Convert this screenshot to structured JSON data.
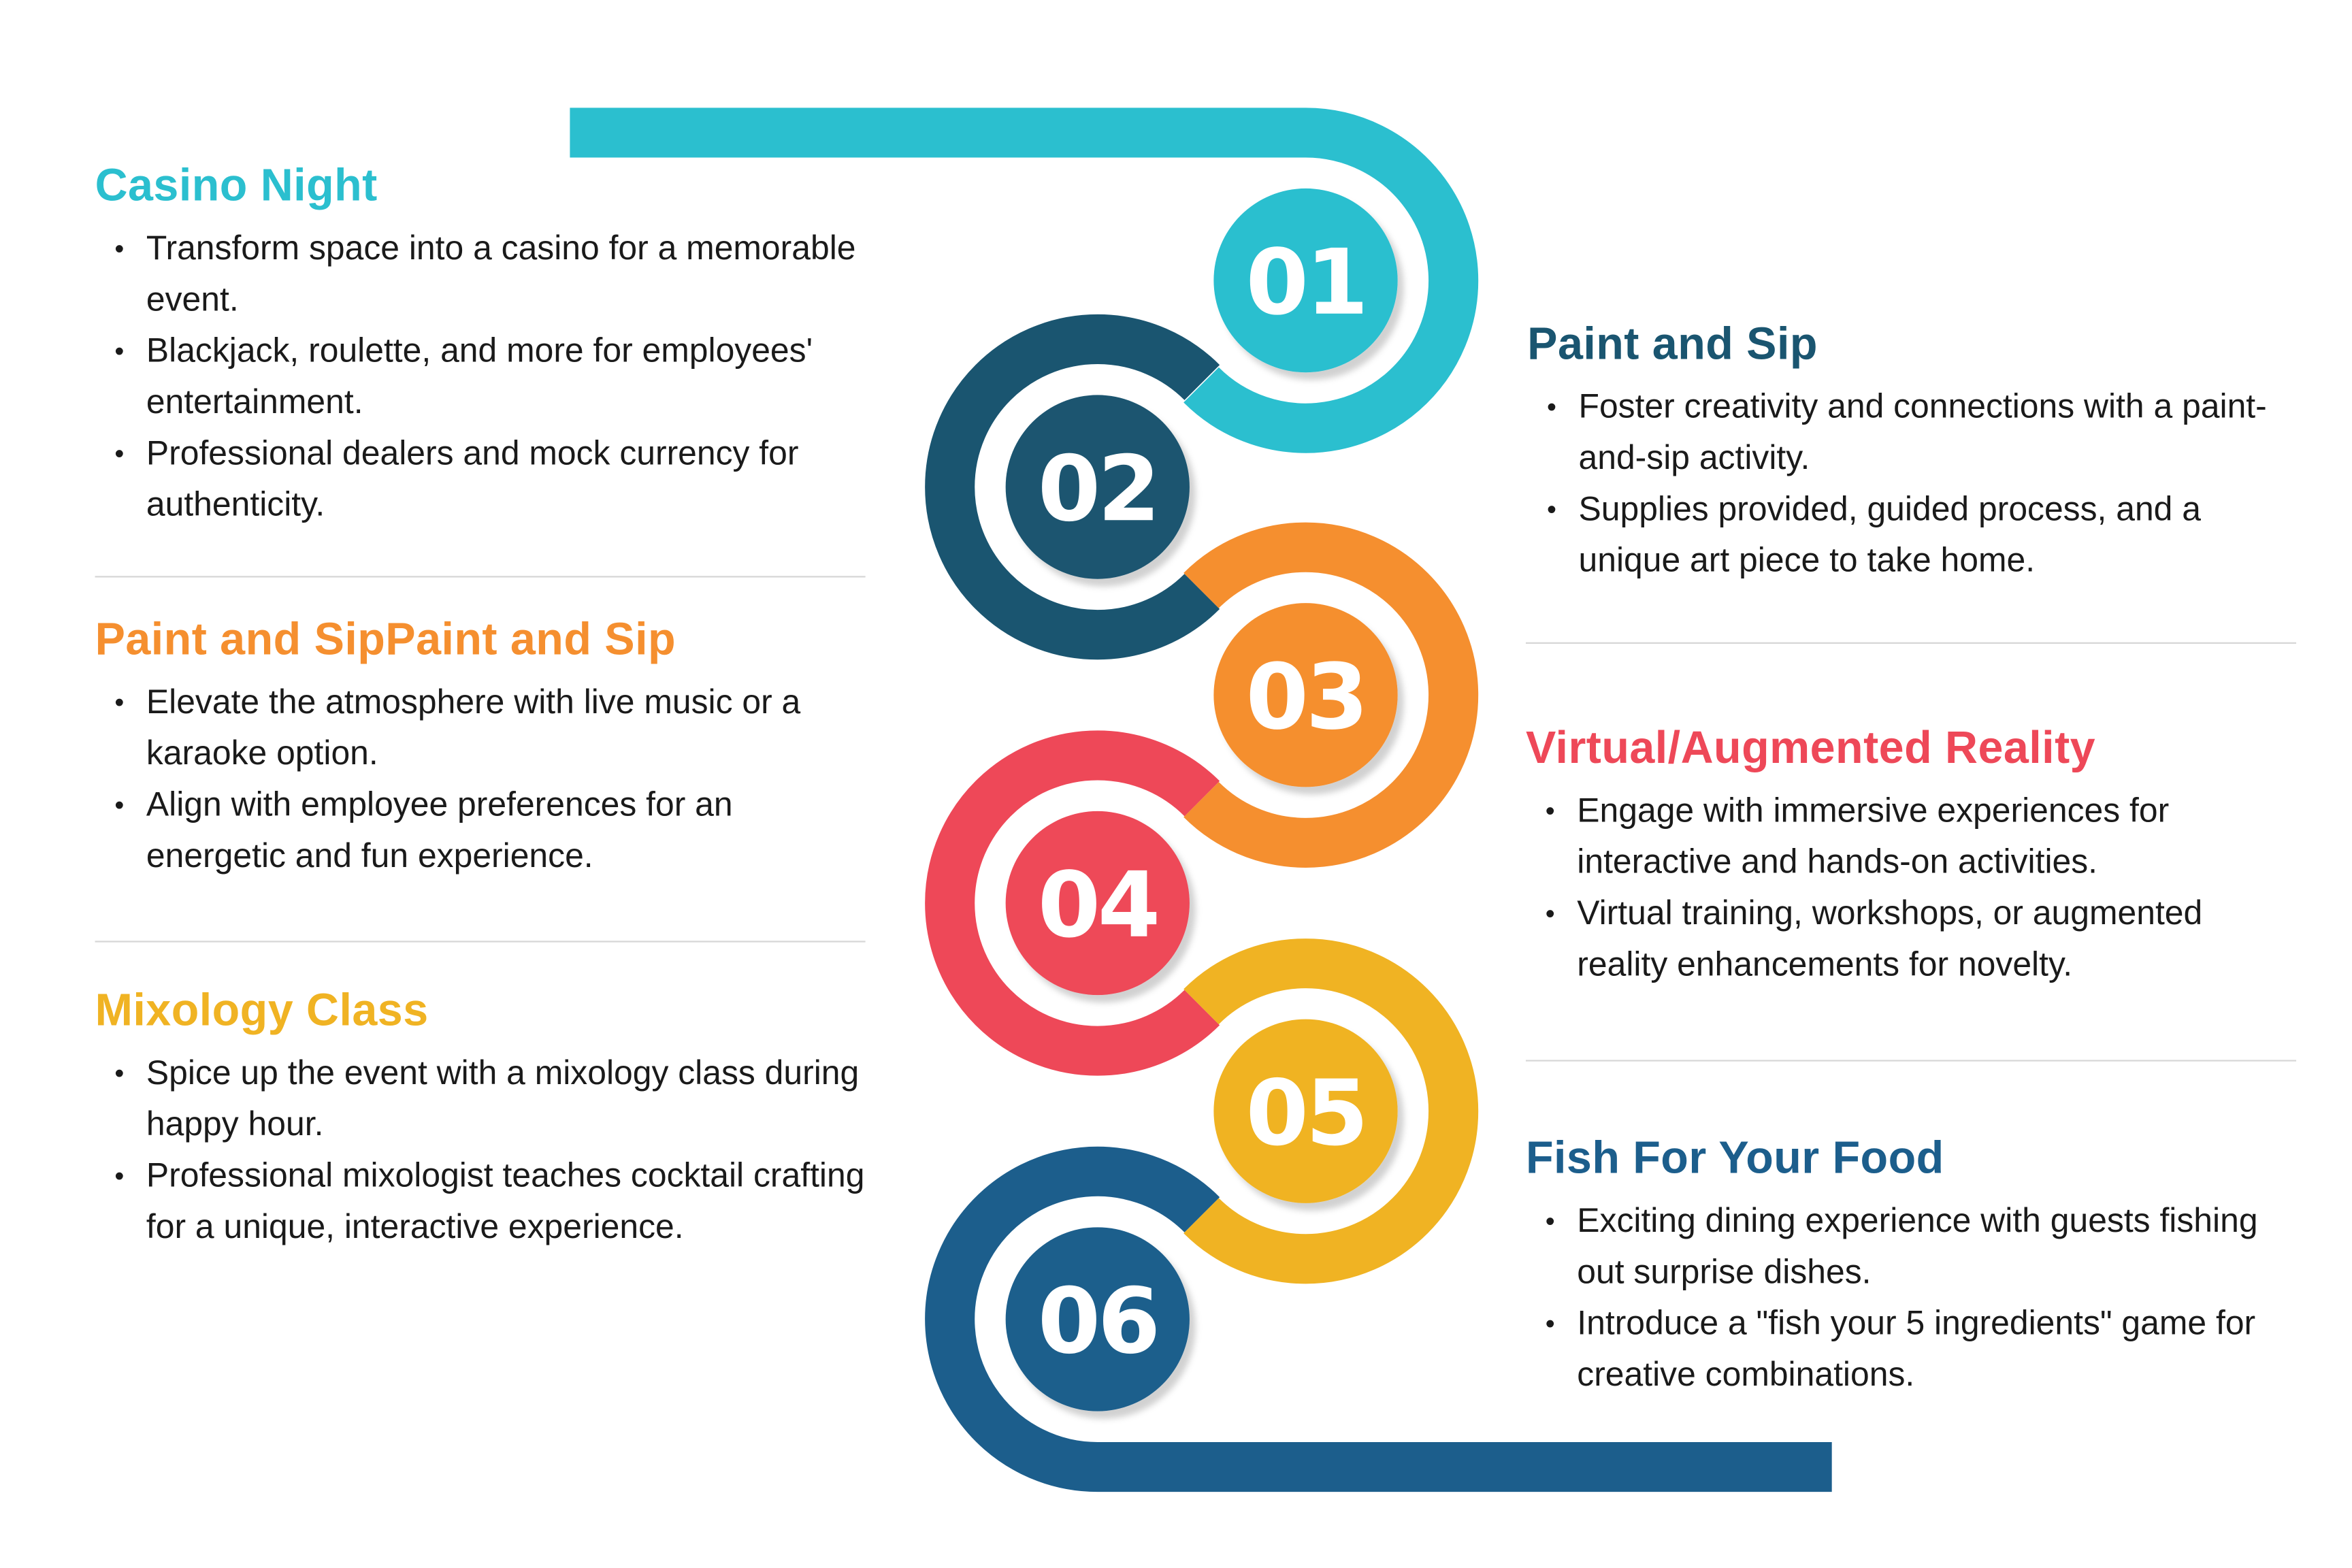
{
  "steps": [
    {
      "number": "01",
      "color": "#2bbfcf"
    },
    {
      "number": "02",
      "color": "#1a5570"
    },
    {
      "number": "03",
      "color": "#f58f2f"
    },
    {
      "number": "04",
      "color": "#ee4858"
    },
    {
      "number": "05",
      "color": "#f0b323"
    },
    {
      "number": "06",
      "color": "#1c5e8c"
    }
  ],
  "left": [
    {
      "title": "Casino Night",
      "color": "#2bbfcf",
      "bullets": [
        "Transform space into a casino for a memorable event.",
        "Blackjack, roulette, and more for employees' entertainment.",
        "Professional dealers and mock currency for authenticity."
      ]
    },
    {
      "title": "Paint and SipPaint and Sip",
      "color": "#f58f2f",
      "bullets": [
        "Elevate the atmosphere with live music or a karaoke option.",
        "Align with employee preferences for an energetic and fun experience."
      ]
    },
    {
      "title": "Mixology Class",
      "color": "#f0b323",
      "bullets": [
        "Spice up the event with a mixology class during happy hour.",
        "Professional mixologist teaches cocktail crafting for a unique, interactive experience."
      ]
    }
  ],
  "right": [
    {
      "title": "Paint and Sip",
      "color": "#1a5570",
      "bullets": [
        "Foster creativity and connections with a paint-and-sip activity.",
        "Supplies provided, guided process, and a unique art piece to take home."
      ]
    },
    {
      "title": "Virtual/Augmented Reality",
      "color": "#ee4858",
      "bullets": [
        "Engage with immersive experiences for interactive and hands-on activities.",
        "Virtual training, workshops, or augmented reality enhancements for novelty."
      ]
    },
    {
      "title": "Fish For Your Food",
      "color": "#1c5e8c",
      "bullets": [
        "Exciting dining experience with guests fishing out surprise dishes.",
        "Introduce a \"fish your 5 ingredients\" game for creative combinations."
      ]
    }
  ]
}
